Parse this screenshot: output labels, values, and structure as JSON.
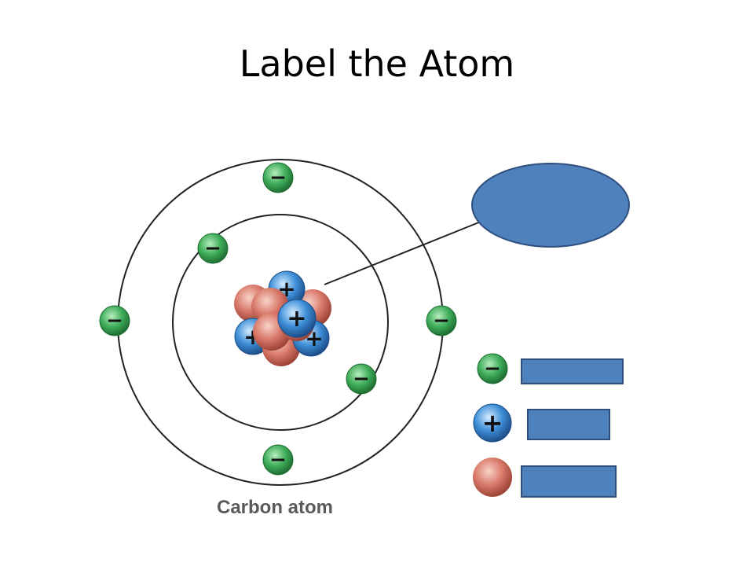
{
  "slide": {
    "title": "Label the Atom",
    "caption": "Carbon atom"
  },
  "symbols": {
    "electron_sign": "−",
    "proton_sign": "+"
  },
  "colors": {
    "label_box": "#4f81bd",
    "label_box_border": "#2f4f7f",
    "electron": "#3fae5a",
    "proton": "#3f8fd8",
    "neutron": "#d9796a",
    "orbit": "#222222"
  },
  "atom": {
    "electron_count": 6,
    "proton_count": 6,
    "neutron_count": 6
  }
}
